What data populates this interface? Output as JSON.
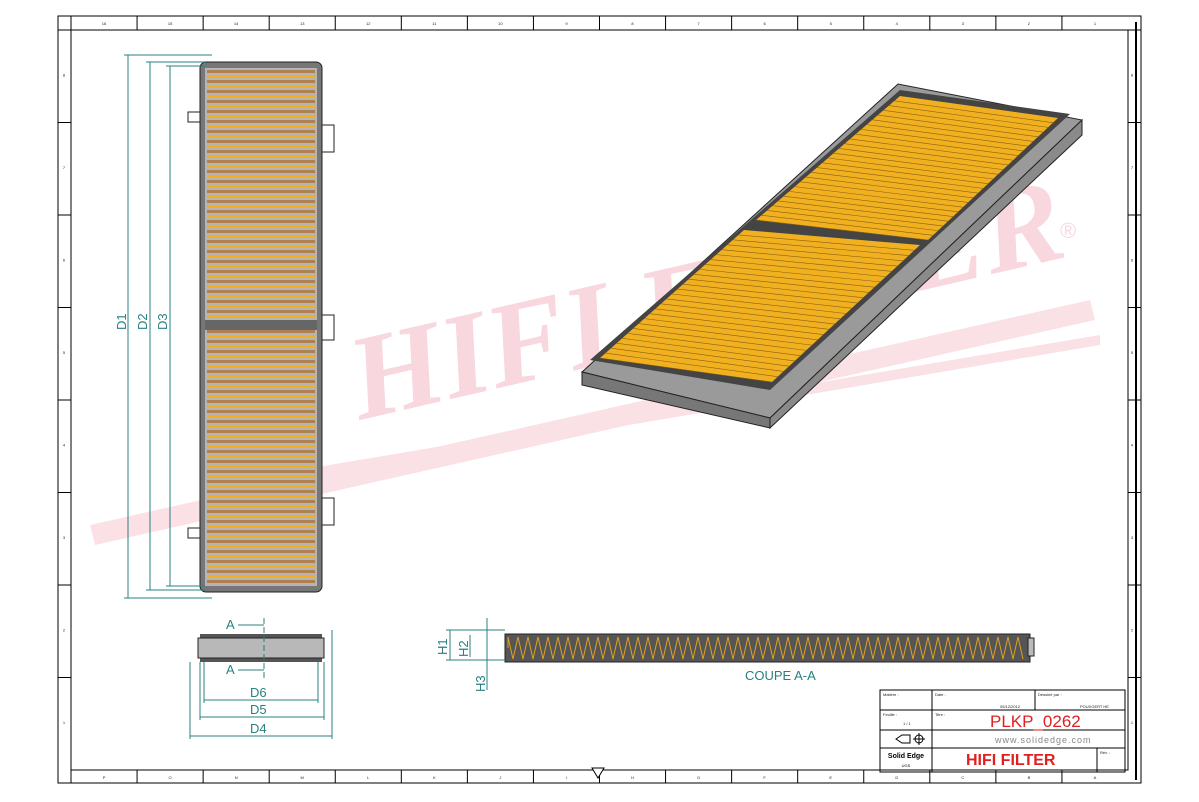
{
  "border": {
    "top_numbers": [
      "16",
      "15",
      "14",
      "13",
      "12",
      "11",
      "10",
      "9",
      "8",
      "7",
      "6",
      "5",
      "4",
      "3",
      "2",
      "1"
    ],
    "bottom_letters": [
      "P",
      "O",
      "N",
      "M",
      "L",
      "K",
      "J",
      "I",
      "H",
      "G",
      "F",
      "E",
      "D",
      "C",
      "B",
      "A"
    ],
    "side_numbers": [
      "8",
      "7",
      "6",
      "5",
      "4",
      "3",
      "2",
      "1"
    ]
  },
  "watermark": {
    "text": "HIFI FILTER",
    "registered": "®"
  },
  "dimensions": {
    "D1": "D1",
    "D2": "D2",
    "D3": "D3",
    "D4": "D4",
    "D5": "D5",
    "D6": "D6",
    "H1": "H1",
    "H2": "H2",
    "H3": "H3",
    "section_mark": "A",
    "section_label": "COUPE A-A"
  },
  "title_block": {
    "material_label": "Matière :",
    "date_label": "Date :",
    "date": "05/12/2012",
    "designer_label": "Dessiné par :",
    "designer": "POUXGERT HE",
    "sheet_label": "Feuille :",
    "sheet": "1 / 1",
    "title_label": "Titre :",
    "title": "PLKP_0262",
    "website": "www.solidedge.com",
    "software": "Solid Edge",
    "software_sub": "UGS",
    "company": "HIFI FILTER",
    "rev_label": "Rév. :"
  },
  "colors": {
    "dimension": "#2a8080",
    "title_red": "#e02020",
    "pleat": "#f0b020",
    "watermark": "#f5c8d0"
  }
}
